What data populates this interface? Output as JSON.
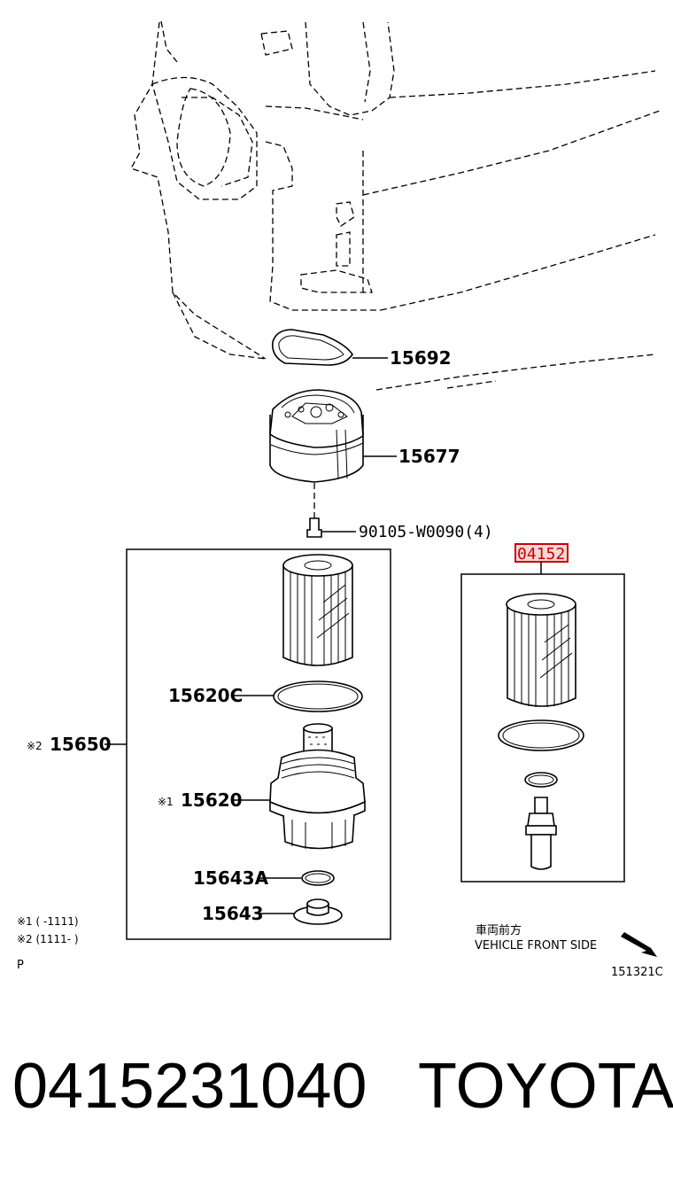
{
  "labels": {
    "gasket": "15692",
    "housing": "15677",
    "bolt": "90105-W0090(4)",
    "kit_box": "04152",
    "element": "15620C",
    "assembly_mark": "※2",
    "assembly": "15650",
    "cap_mark": "※1",
    "cap": "15620",
    "oring_small": "15643A",
    "plug": "15643"
  },
  "notes": {
    "note1": "※1 (      -1111)",
    "note2": "※2 (1111-      )",
    "p_mark": "P"
  },
  "direction": {
    "jp": "車両前方",
    "en": "VEHICLE FRONT SIDE"
  },
  "figure_code": "151321C",
  "footer": {
    "part_number": "0415231040",
    "brand": "TOYOTA"
  }
}
